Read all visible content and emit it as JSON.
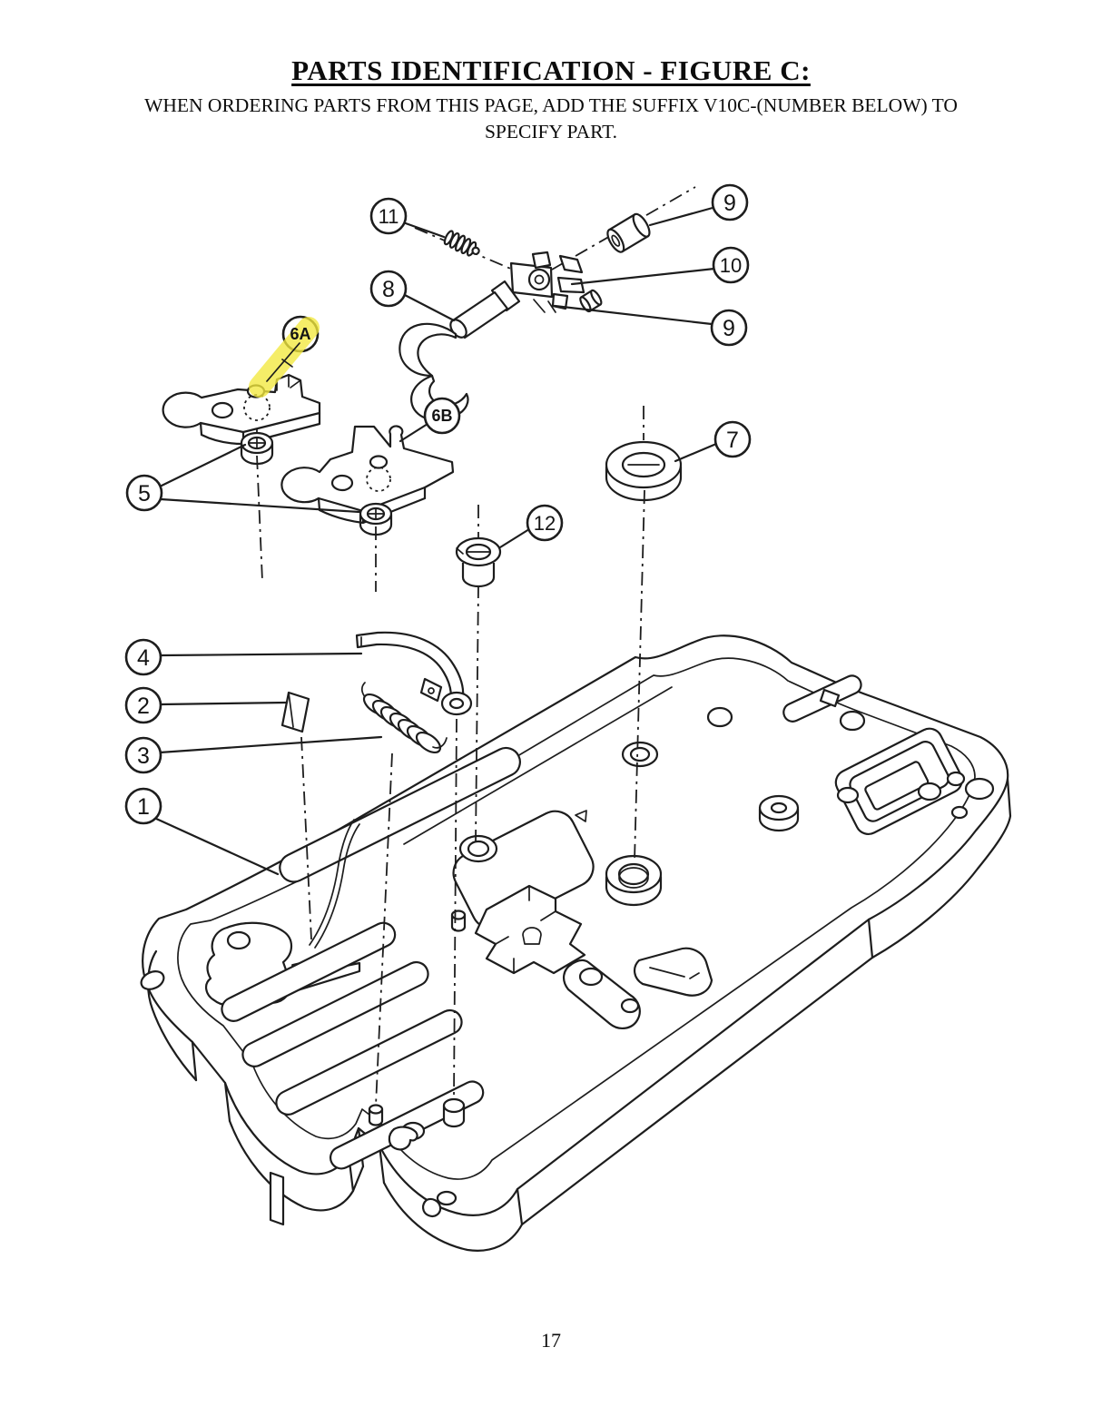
{
  "page": {
    "title": "PARTS IDENTIFICATION - FIGURE C:",
    "subtitle_line1": "WHEN ORDERING PARTS FROM THIS PAGE, ADD THE SUFFIX V10C-(NUMBER BELOW) TO",
    "subtitle_line2": "SPECIFY PART.",
    "page_number": "17"
  },
  "figure": {
    "highlight_color": "#f3e93e",
    "highlighted_callout": "6A",
    "callouts": [
      {
        "label": "1"
      },
      {
        "label": "2"
      },
      {
        "label": "3"
      },
      {
        "label": "4"
      },
      {
        "label": "5"
      },
      {
        "label": "6A"
      },
      {
        "label": "6B"
      },
      {
        "label": "7"
      },
      {
        "label": "8"
      },
      {
        "label": "9"
      },
      {
        "label": "9"
      },
      {
        "label": "10"
      },
      {
        "label": "11"
      },
      {
        "label": "12"
      }
    ]
  }
}
